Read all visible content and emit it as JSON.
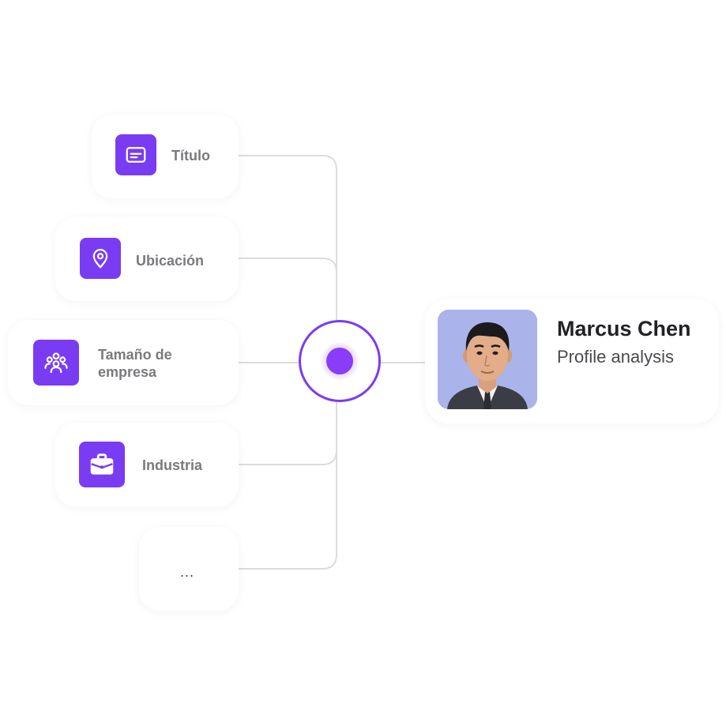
{
  "criteria": [
    {
      "label": "Título",
      "icon": "subtitles-icon"
    },
    {
      "label": "Ubicación",
      "icon": "location-pin-icon"
    },
    {
      "label": "Tamaño de empresa",
      "icon": "people-group-icon"
    },
    {
      "label": "Industria",
      "icon": "briefcase-icon"
    },
    {
      "label": "...",
      "icon": ""
    }
  ],
  "hub": {
    "icon": "hub-node-icon"
  },
  "profile": {
    "name": "Marcus Chen",
    "subtitle": "Profile analysis",
    "avatar": "person-photo-avatar"
  },
  "colors": {
    "accent": "#7a3cf2",
    "label": "#7a7a7e",
    "line": "#dcdce0",
    "avatar_bg": "#aab4ea"
  }
}
